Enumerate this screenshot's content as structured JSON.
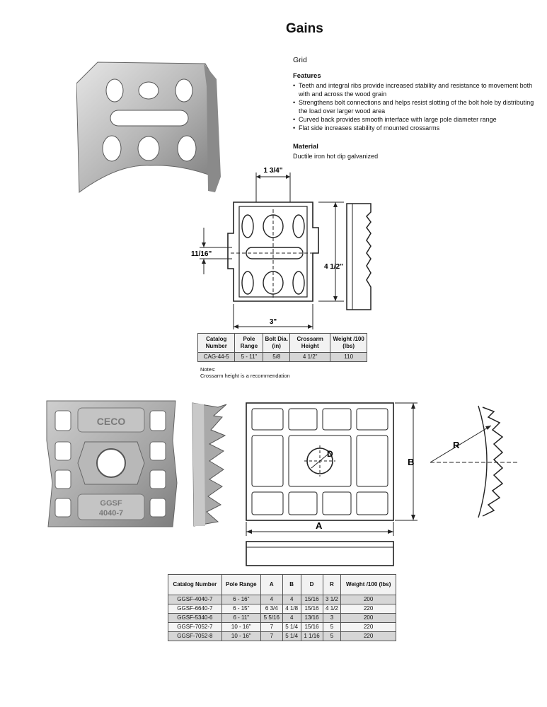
{
  "page_title": "Gains",
  "product": {
    "name": "Grid",
    "features_heading": "Features",
    "features": [
      "Teeth and integral ribs provide increased stability and resistance to movement both with and across the wood grain",
      "Strengthens bolt connections and helps resist slotting of the bolt hole by distributing the load over larger wood area",
      "Curved back provides smooth interface with large pole diameter range",
      "Flat side increases stability of mounted crossarms"
    ],
    "material_heading": "Material",
    "material": "Ductile iron hot dip galvanized"
  },
  "drawing1": {
    "dim_top": "1 3/4\"",
    "dim_left": "11/16\"",
    "dim_right": "4 1/2\"",
    "dim_bottom": "3\""
  },
  "table1": {
    "headers": [
      "Catalog Number",
      "Pole Range",
      "Bolt Dia. (in)",
      "Crossarm Height",
      "Weight /100 (lbs)"
    ],
    "rows": [
      [
        "CAG-44-5",
        "5 - 11\"",
        "5/8",
        "4 1/2\"",
        "110"
      ]
    ]
  },
  "notes": {
    "heading": "Notes:",
    "text": "Crossarm height is a recommendation"
  },
  "photo2": {
    "cast_text_top": "CECO",
    "cast_text_bottom1": "GGSF",
    "cast_text_bottom2": "4040-7"
  },
  "drawing2": {
    "label_a": "A",
    "label_b": "B",
    "label_d": "D",
    "label_r": "R"
  },
  "table2": {
    "headers": [
      "Catalog Number",
      "Pole Range",
      "A",
      "B",
      "D",
      "R",
      "Weight /100 (lbs)"
    ],
    "rows": [
      [
        "GGSF-4040-7",
        "6 - 16\"",
        "4",
        "4",
        "15/16",
        "3 1/2",
        "200"
      ],
      [
        "GGSF-6640-7",
        "6 - 15\"",
        "6 3/4",
        "4 1/8",
        "15/16",
        "4 1/2",
        "220"
      ],
      [
        "GGSF-5340-6",
        "6 - 11\"",
        "5 5/16",
        "4",
        "13/16",
        "3",
        "200"
      ],
      [
        "GGSF-7052-7",
        "10 - 16\"",
        "7",
        "5 1/4",
        "15/16",
        "5",
        "220"
      ],
      [
        "GGSF-7052-8",
        "10 - 16\"",
        "7",
        "5 1/4",
        "1 1/16",
        "5",
        "220"
      ]
    ]
  },
  "colors": {
    "metal_light": "#d8d8d8",
    "metal_mid": "#a9a9a9",
    "metal_dark": "#6f6f6f",
    "row_shade": "#d6d6d6"
  }
}
